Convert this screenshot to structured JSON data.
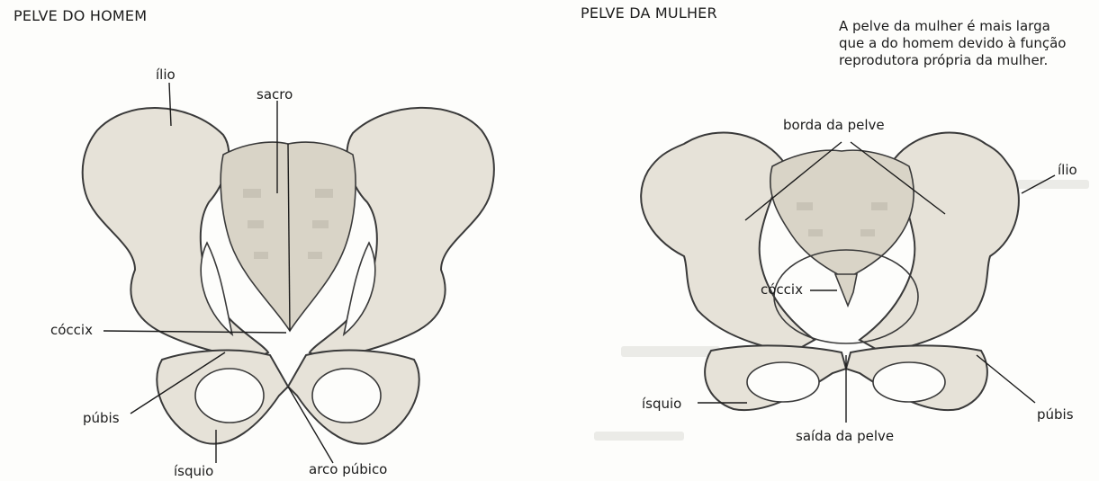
{
  "male": {
    "title": "PELVE DO HOMEM",
    "labels": {
      "ilio": "ílio",
      "sacro": "sacro",
      "coccix": "cóccix",
      "pubis": "púbis",
      "isquio": "ísquio",
      "arco_pubico": "arco púbico"
    }
  },
  "female": {
    "title": "PELVE DA MULHER",
    "caption": [
      "A pelve da mulher é mais larga",
      "que a do homem devido à função",
      "reprodutora própria da mulher."
    ],
    "labels": {
      "borda": "borda da pelve",
      "ilio": "ílio",
      "coccix": "cóccix",
      "isquio": "ísquio",
      "pubis": "púbis",
      "saida": "saída da pelve"
    }
  }
}
